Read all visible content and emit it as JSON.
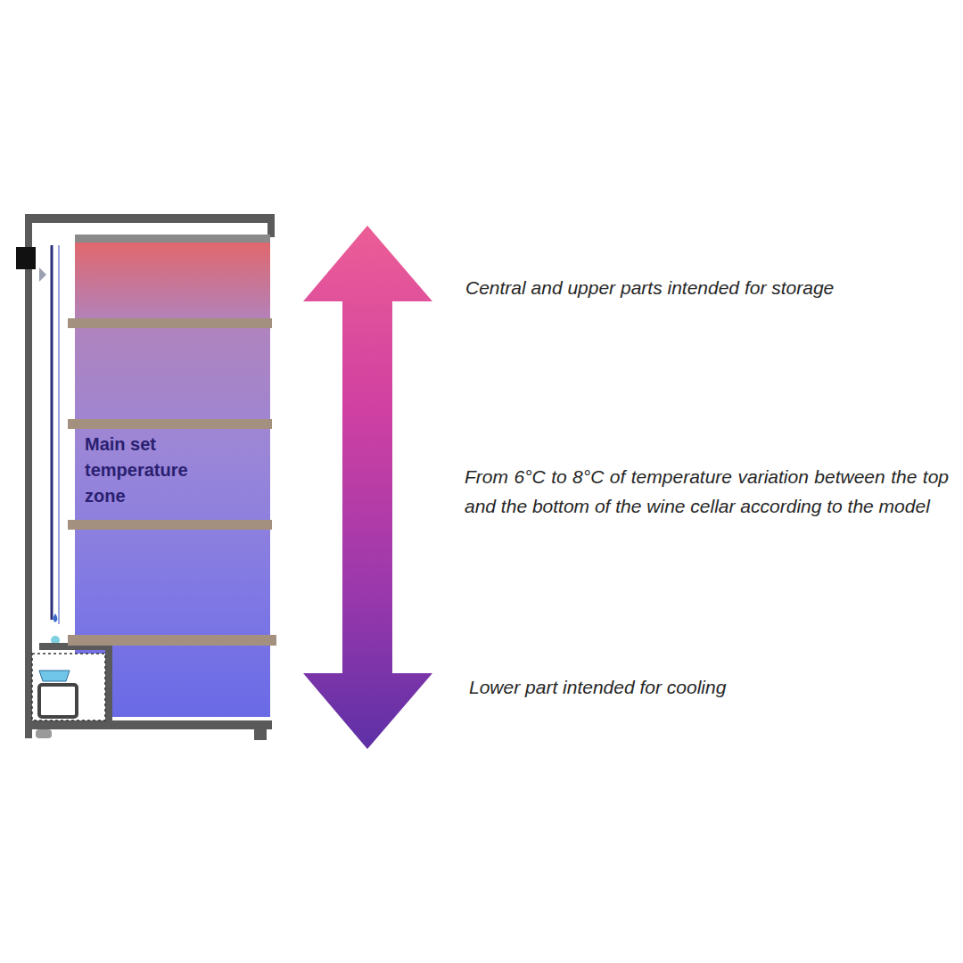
{
  "diagram": {
    "nodes": [
      {
        "text": [
          "Main set temperature zone"
        ]
      }
    ],
    "labels": [
      "Central and upper parts intended for storage",
      "From 6°C to 8°C of temperature variation between the top and the bottom of the wine cellar according to the model",
      "Lower part intended for cooling"
    ]
  }
}
